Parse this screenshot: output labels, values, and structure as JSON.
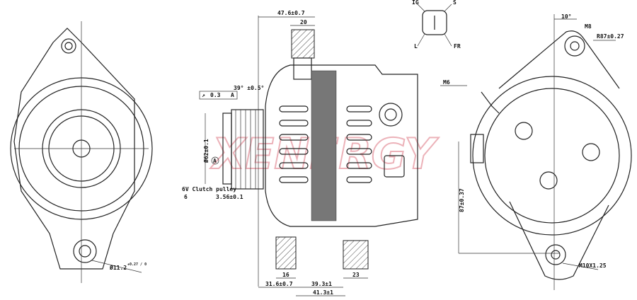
{
  "drawing": {
    "watermark_logo": "XENERGY",
    "watermark_color": "#e8a0a8",
    "front_view": {
      "hole_dim": "Ø11.2",
      "hole_tol": "+0.27 / 0"
    },
    "side_view": {
      "overall_width": "47.6±0.7",
      "top_ear_width": "20",
      "groove_angle": "39° ±0.5°",
      "runout_value": "0.3",
      "runout_datum": "A",
      "pulley_diameter": "Ø62±0.1",
      "datum_label": "A",
      "pulley_label": "6V Clutch pulley",
      "groove_count": "6",
      "groove_pitch": "3.56±0.1",
      "bottom_ear_width": "16",
      "offset_left": "31.6±0.7",
      "span_inner": "39.3±1",
      "span_outer": "41.3±1",
      "right_ear_width": "23"
    },
    "connector": {
      "pins": [
        "IG",
        "S",
        "L",
        "FR"
      ]
    },
    "rear_view": {
      "angle": "10°",
      "thread_top": "M8",
      "radius": "R87±0.27",
      "terminal": "M6",
      "height": "87±0.37",
      "thread_bottom": "M10X1.25"
    }
  }
}
